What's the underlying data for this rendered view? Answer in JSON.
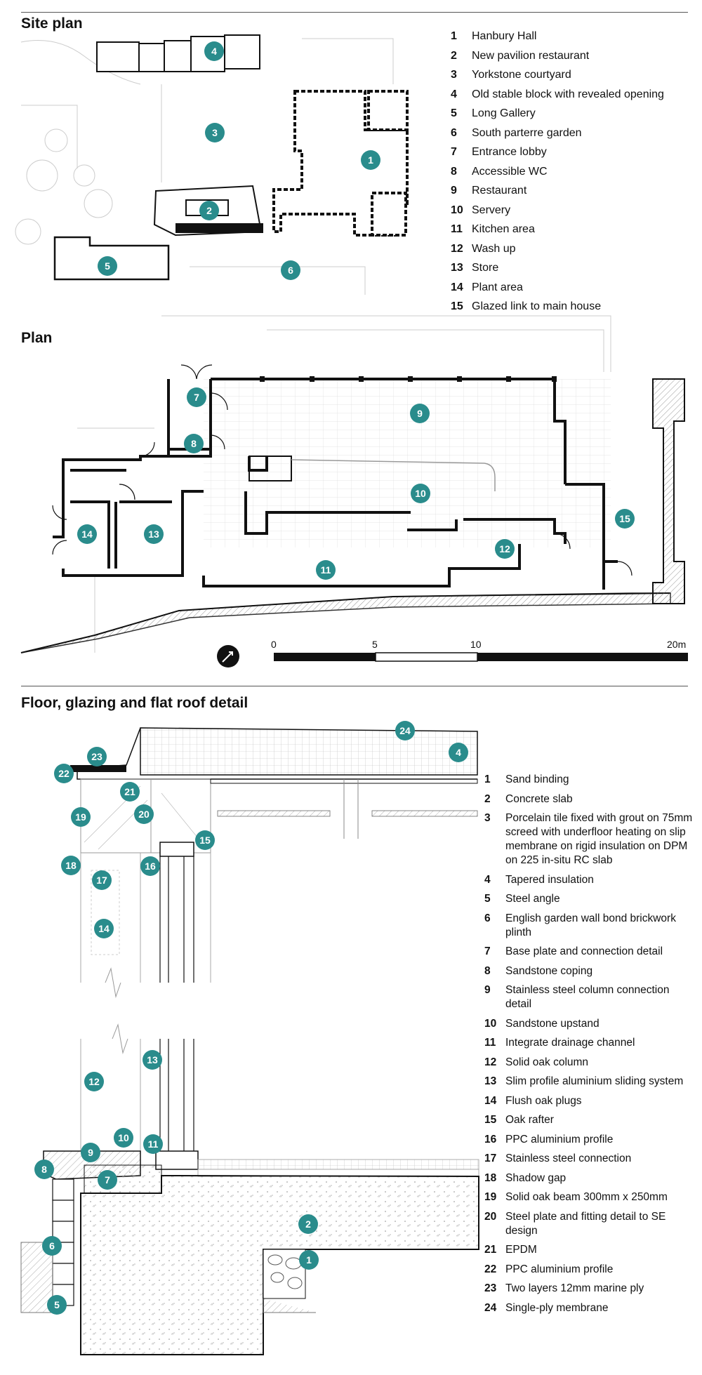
{
  "colors": {
    "marker": "#2a8c8c",
    "marker_text": "#ffffff",
    "line": "#111111",
    "thin": "#999999"
  },
  "sections": {
    "site_plan": {
      "title": "Site plan",
      "legend": [
        {
          "n": "1",
          "text": "Hanbury Hall"
        },
        {
          "n": "2",
          "text": "New pavilion restaurant"
        },
        {
          "n": "3",
          "text": "Yorkstone courtyard"
        },
        {
          "n": "4",
          "text": "Old stable block with revealed opening"
        },
        {
          "n": "5",
          "text": "Long Gallery"
        },
        {
          "n": "6",
          "text": "South parterre garden"
        },
        {
          "n": "7",
          "text": "Entrance lobby"
        },
        {
          "n": "8",
          "text": "Accessible WC"
        },
        {
          "n": "9",
          "text": "Restaurant"
        },
        {
          "n": "10",
          "text": "Servery"
        },
        {
          "n": "11",
          "text": "Kitchen area"
        },
        {
          "n": "12",
          "text": "Wash up"
        },
        {
          "n": "13",
          "text": "Store"
        },
        {
          "n": "14",
          "text": "Plant area"
        },
        {
          "n": "15",
          "text": "Glazed link to main house"
        }
      ]
    },
    "plan": {
      "title": "Plan",
      "scale": {
        "labels": [
          "0",
          "5",
          "10",
          "20m"
        ]
      }
    },
    "detail": {
      "title": "Floor, glazing and flat roof detail",
      "legend": [
        {
          "n": "1",
          "text": "Sand binding"
        },
        {
          "n": "2",
          "text": "Concrete slab"
        },
        {
          "n": "3",
          "text": "Porcelain tile fixed with grout on 75mm screed with underfloor heating on slip membrane on rigid insulation on DPM on 225 in-situ RC slab"
        },
        {
          "n": "4",
          "text": "Tapered insulation"
        },
        {
          "n": "5",
          "text": "Steel angle"
        },
        {
          "n": "6",
          "text": "English garden wall bond brickwork plinth"
        },
        {
          "n": "7",
          "text": "Base plate and connection detail"
        },
        {
          "n": "8",
          "text": "Sandstone coping"
        },
        {
          "n": "9",
          "text": "Stainless steel column connection detail"
        },
        {
          "n": "10",
          "text": "Sandstone upstand"
        },
        {
          "n": "11",
          "text": "Integrate drainage channel"
        },
        {
          "n": "12",
          "text": "Solid oak column"
        },
        {
          "n": "13",
          "text": "Slim profile aluminium sliding system"
        },
        {
          "n": "14",
          "text": "Flush oak plugs"
        },
        {
          "n": "15",
          "text": "Oak rafter"
        },
        {
          "n": "16",
          "text": "PPC aluminium profile"
        },
        {
          "n": "17",
          "text": "Stainless steel connection"
        },
        {
          "n": "18",
          "text": "Shadow gap"
        },
        {
          "n": "19",
          "text": "Solid oak beam 300mm x 250mm"
        },
        {
          "n": "20",
          "text": "Steel plate and fitting detail to SE design"
        },
        {
          "n": "21",
          "text": "EPDM"
        },
        {
          "n": "22",
          "text": "PPC aluminium profile"
        },
        {
          "n": "23",
          "text": "Two layers 12mm marine ply"
        },
        {
          "n": "24",
          "text": "Single-ply membrane"
        }
      ]
    }
  },
  "markers": {
    "site": [
      "4",
      "3",
      "1",
      "2",
      "5",
      "6"
    ],
    "plan": [
      "7",
      "9",
      "8",
      "10",
      "14",
      "13",
      "15",
      "12",
      "11"
    ],
    "detail": [
      "24",
      "4",
      "23",
      "22",
      "21",
      "19",
      "20",
      "15",
      "18",
      "16",
      "17",
      "14",
      "13",
      "12",
      "10",
      "9",
      "11",
      "8",
      "7",
      "2",
      "6",
      "1",
      "5"
    ]
  }
}
